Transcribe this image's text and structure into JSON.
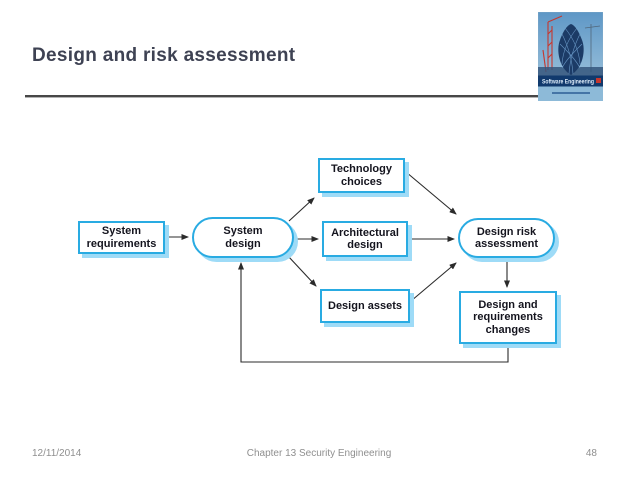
{
  "slide": {
    "title": "Design and risk assessment",
    "footer": {
      "date": "12/11/2014",
      "chapter": "Chapter 13 Security Engineering",
      "page_number": "48"
    },
    "logo": {
      "book_title": "Software Engineering"
    }
  },
  "diagram": {
    "nodes": [
      {
        "id": "system-requirements",
        "shape": "rectangle",
        "label": "System\nrequirements"
      },
      {
        "id": "system-design",
        "shape": "stadium",
        "label": "System\ndesign"
      },
      {
        "id": "technology-choices",
        "shape": "rectangle",
        "label": "Technology\nchoices"
      },
      {
        "id": "architectural-design",
        "shape": "rectangle",
        "label": "Architectural\ndesign"
      },
      {
        "id": "design-assets",
        "shape": "rectangle",
        "label": "Design assets"
      },
      {
        "id": "design-risk-assessment",
        "shape": "stadium",
        "label": "Design risk\nassessment"
      },
      {
        "id": "design-requirements-changes",
        "shape": "rectangle",
        "label": "Design and\nrequirements\nchanges"
      }
    ],
    "edges": [
      {
        "from": "system-requirements",
        "to": "system-design"
      },
      {
        "from": "system-design",
        "to": "technology-choices"
      },
      {
        "from": "system-design",
        "to": "architectural-design"
      },
      {
        "from": "system-design",
        "to": "design-assets"
      },
      {
        "from": "technology-choices",
        "to": "design-risk-assessment"
      },
      {
        "from": "architectural-design",
        "to": "design-risk-assessment"
      },
      {
        "from": "design-assets",
        "to": "design-risk-assessment"
      },
      {
        "from": "design-risk-assessment",
        "to": "design-requirements-changes"
      },
      {
        "from": "design-requirements-changes",
        "to": "system-design"
      }
    ],
    "colors": {
      "node_border": "#29abe2",
      "node_shadow": "#9edbf7",
      "node_text": "#14141e",
      "arrow": "#2b2b2b",
      "title_text": "#3e4253",
      "footer_text": "#8f8f8f"
    }
  }
}
